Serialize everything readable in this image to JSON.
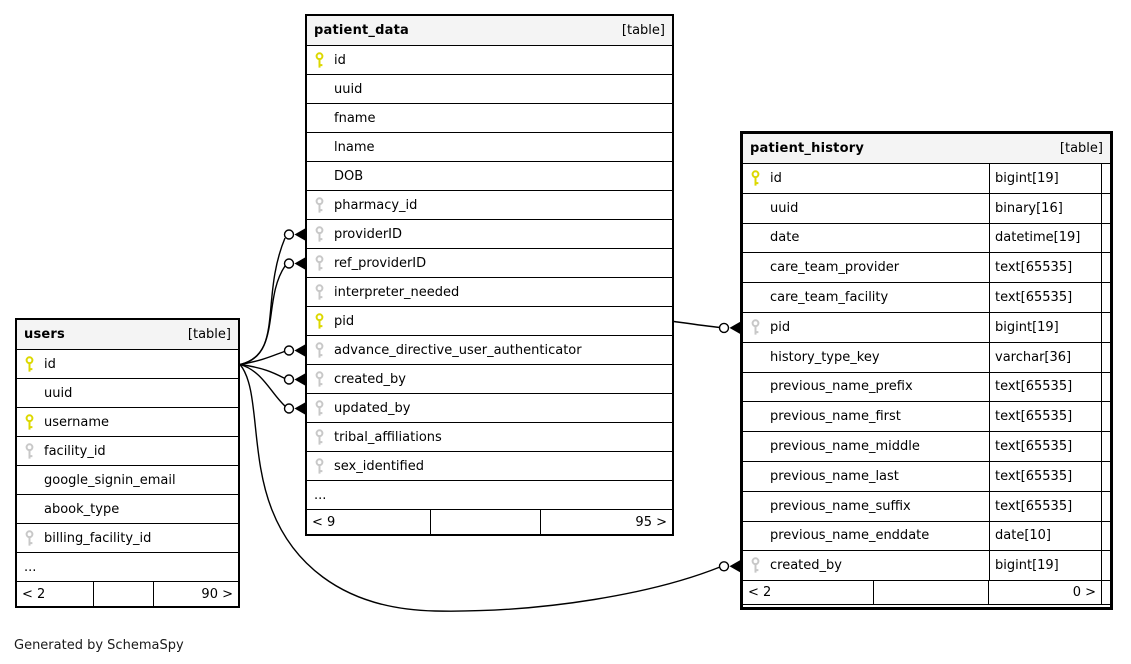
{
  "diagram": {
    "caption": "Generated by SchemaSpy"
  },
  "tables": [
    {
      "id": "users",
      "name": "users",
      "badge": "[table]",
      "columns": [
        {
          "name": "id",
          "key": "primary"
        },
        {
          "name": "uuid",
          "key": "none"
        },
        {
          "name": "username",
          "key": "primary"
        },
        {
          "name": "facility_id",
          "key": "foreign"
        },
        {
          "name": "google_signin_email",
          "key": "none"
        },
        {
          "name": "abook_type",
          "key": "none"
        },
        {
          "name": "billing_facility_id",
          "key": "foreign"
        },
        {
          "name": "...",
          "key": "none",
          "ellipsis": true
        }
      ],
      "footer": {
        "left": "< 2",
        "middle": "",
        "right": "90 >"
      }
    },
    {
      "id": "patient_data",
      "name": "patient_data",
      "badge": "[table]",
      "columns": [
        {
          "name": "id",
          "key": "primary"
        },
        {
          "name": "uuid",
          "key": "none"
        },
        {
          "name": "fname",
          "key": "none"
        },
        {
          "name": "lname",
          "key": "none"
        },
        {
          "name": "DOB",
          "key": "none"
        },
        {
          "name": "pharmacy_id",
          "key": "foreign"
        },
        {
          "name": "providerID",
          "key": "foreign"
        },
        {
          "name": "ref_providerID",
          "key": "foreign"
        },
        {
          "name": "interpreter_needed",
          "key": "foreign"
        },
        {
          "name": "pid",
          "key": "primary"
        },
        {
          "name": "advance_directive_user_authenticator",
          "key": "foreign"
        },
        {
          "name": "created_by",
          "key": "foreign"
        },
        {
          "name": "updated_by",
          "key": "foreign"
        },
        {
          "name": "tribal_affiliations",
          "key": "foreign"
        },
        {
          "name": "sex_identified",
          "key": "foreign"
        },
        {
          "name": "...",
          "key": "none",
          "ellipsis": true
        }
      ],
      "footer": {
        "left": "< 9",
        "middle": "",
        "right": "95 >"
      }
    },
    {
      "id": "patient_history",
      "name": "patient_history",
      "badge": "[table]",
      "columns": [
        {
          "name": "id",
          "key": "primary",
          "type": "bigint[19]"
        },
        {
          "name": "uuid",
          "key": "none",
          "type": "binary[16]"
        },
        {
          "name": "date",
          "key": "none",
          "type": "datetime[19]"
        },
        {
          "name": "care_team_provider",
          "key": "none",
          "type": "text[65535]"
        },
        {
          "name": "care_team_facility",
          "key": "none",
          "type": "text[65535]"
        },
        {
          "name": "pid",
          "key": "foreign",
          "type": "bigint[19]"
        },
        {
          "name": "history_type_key",
          "key": "none",
          "type": "varchar[36]"
        },
        {
          "name": "previous_name_prefix",
          "key": "none",
          "type": "text[65535]"
        },
        {
          "name": "previous_name_first",
          "key": "none",
          "type": "text[65535]"
        },
        {
          "name": "previous_name_middle",
          "key": "none",
          "type": "text[65535]"
        },
        {
          "name": "previous_name_last",
          "key": "none",
          "type": "text[65535]"
        },
        {
          "name": "previous_name_suffix",
          "key": "none",
          "type": "text[65535]"
        },
        {
          "name": "previous_name_enddate",
          "key": "none",
          "type": "date[10]"
        },
        {
          "name": "created_by",
          "key": "foreign",
          "type": "bigint[19]"
        }
      ],
      "footer": {
        "left": "< 2",
        "middle": "",
        "right": "0 >"
      }
    }
  ],
  "relationships": [
    {
      "from": "users.id",
      "to": "patient_data.providerID"
    },
    {
      "from": "users.id",
      "to": "patient_data.ref_providerID"
    },
    {
      "from": "users.id",
      "to": "patient_data.advance_directive_user_authenticator"
    },
    {
      "from": "users.id",
      "to": "patient_data.created_by"
    },
    {
      "from": "users.id",
      "to": "patient_data.updated_by"
    },
    {
      "from": "users.id",
      "to": "patient_history.created_by"
    },
    {
      "from": "patient_data.pid",
      "to": "patient_history.pid"
    }
  ],
  "colors": {
    "primary_key": "#dcd800",
    "foreign_key": "#c8c8c8",
    "header_bg": "#f4f4f4",
    "line": "#000000"
  }
}
